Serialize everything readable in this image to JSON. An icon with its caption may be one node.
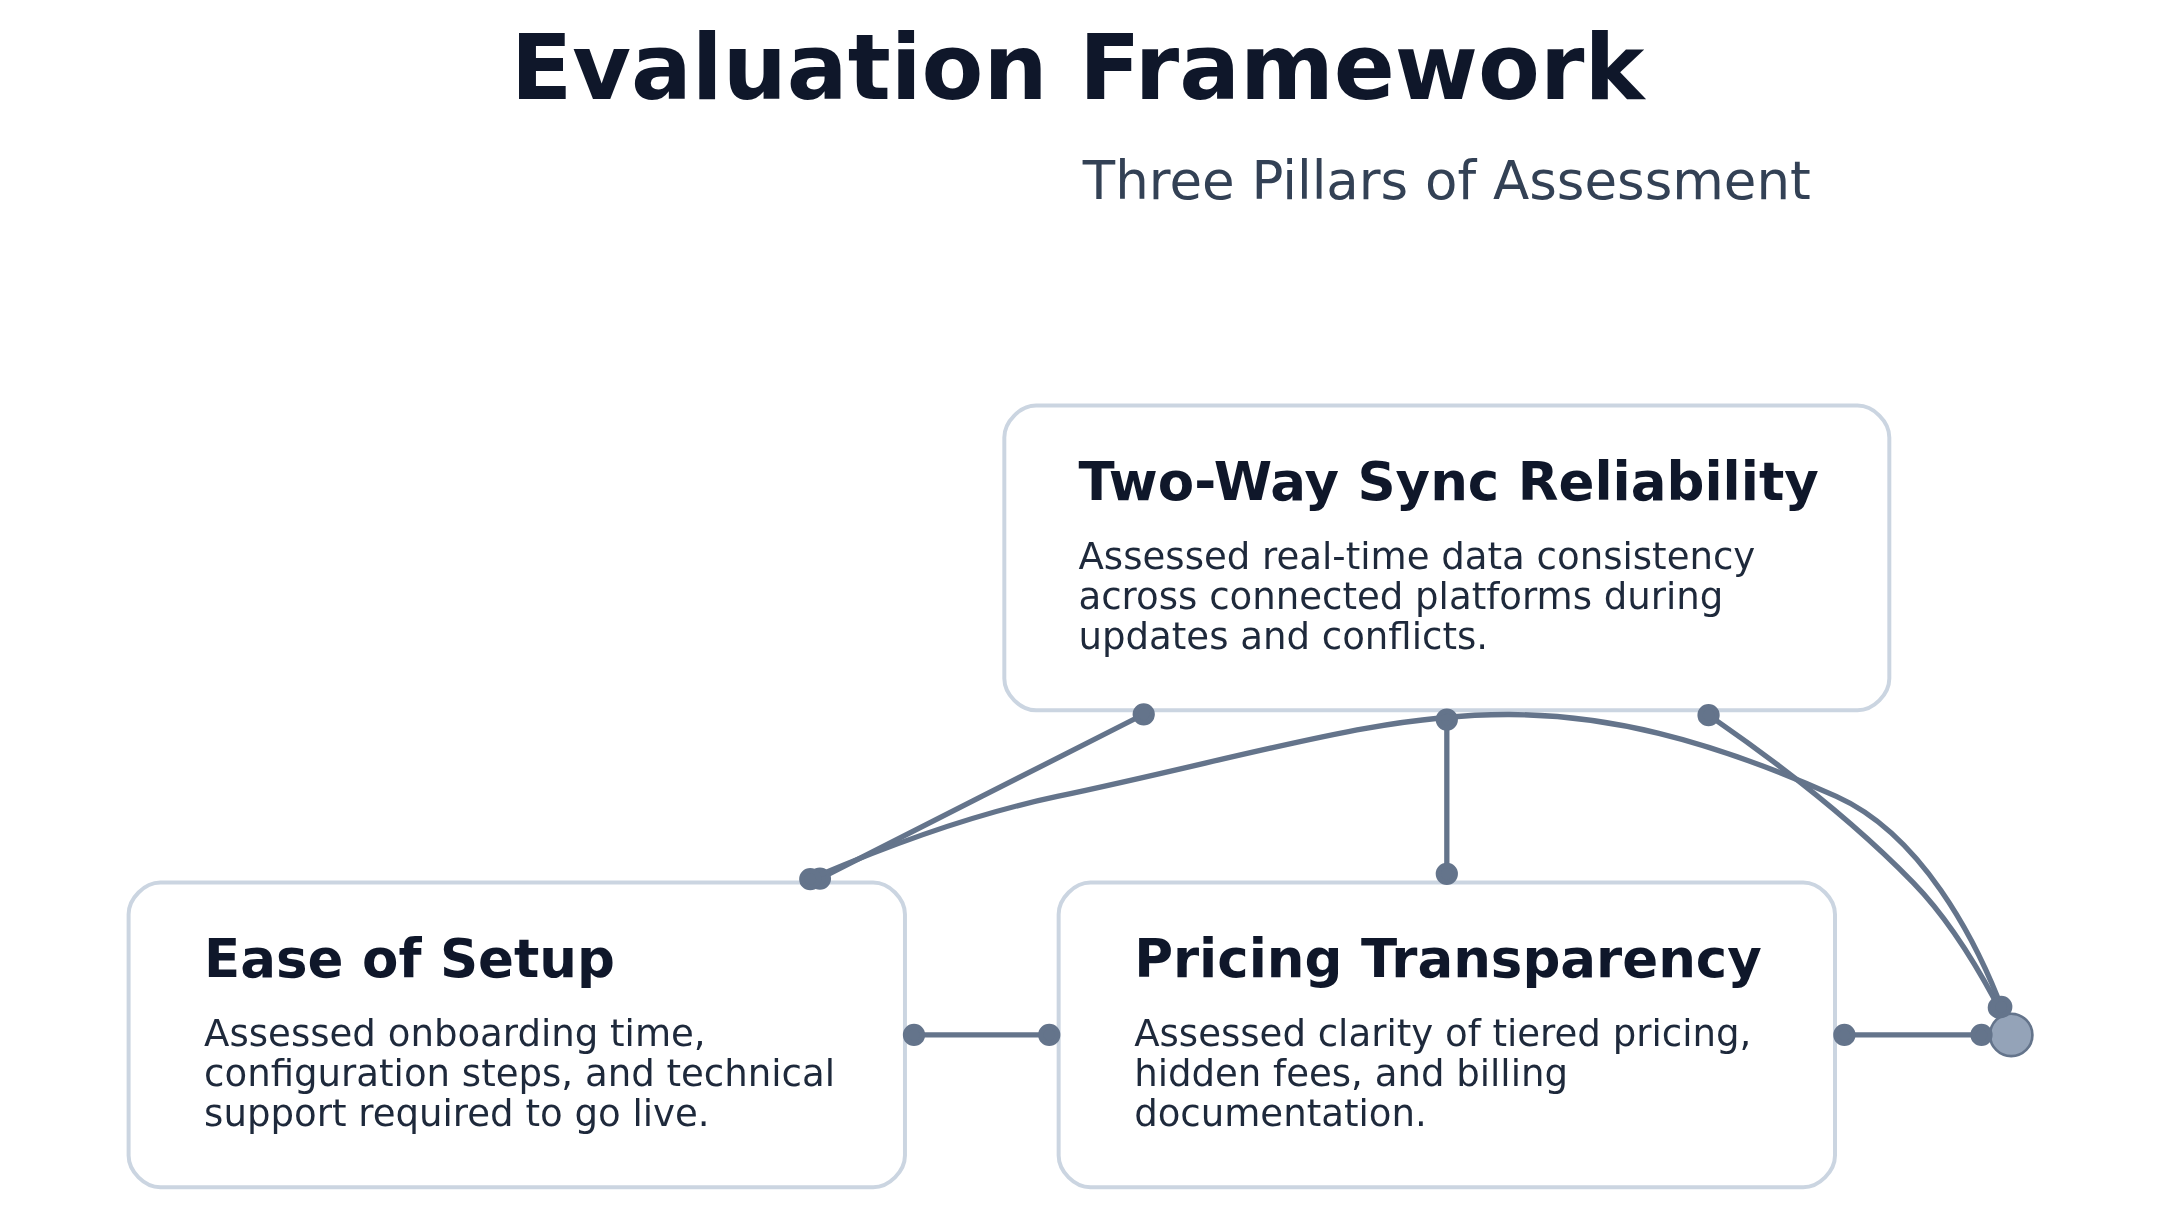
{
  "diagram": {
    "title": "Evaluation Framework",
    "nodes": [
      {
        "text": [
          "Two-Way Sync Reliability",
          "Assessed real-time data consistency across connected platforms during updates and conflicts."
        ]
      },
      {
        "text": [
          "Ease of Setup",
          "Assessed onboarding time, configuration steps, and technical support required to go live."
        ]
      },
      {
        "text": [
          "Pricing Transparency",
          "Assessed clarity of tiered pricing, hidden fees, and billing documentation."
        ]
      },
      {
        "text": [],
        "shape": "circle"
      }
    ],
    "edges": [
      {
        "from": 0,
        "to": 1,
        "arrow": "other"
      },
      {
        "from": 0,
        "to": 2,
        "arrow": "other"
      },
      {
        "from": 0,
        "to": 3,
        "arrow": "other"
      },
      {
        "from": 3,
        "to": 1,
        "arrow": "other"
      },
      {
        "from": 3,
        "to": 2,
        "arrow": "other"
      },
      {
        "from": 1,
        "to": 2,
        "arrow": "other"
      }
    ],
    "labels": [
      "Three Pillars of Assessment"
    ]
  }
}
